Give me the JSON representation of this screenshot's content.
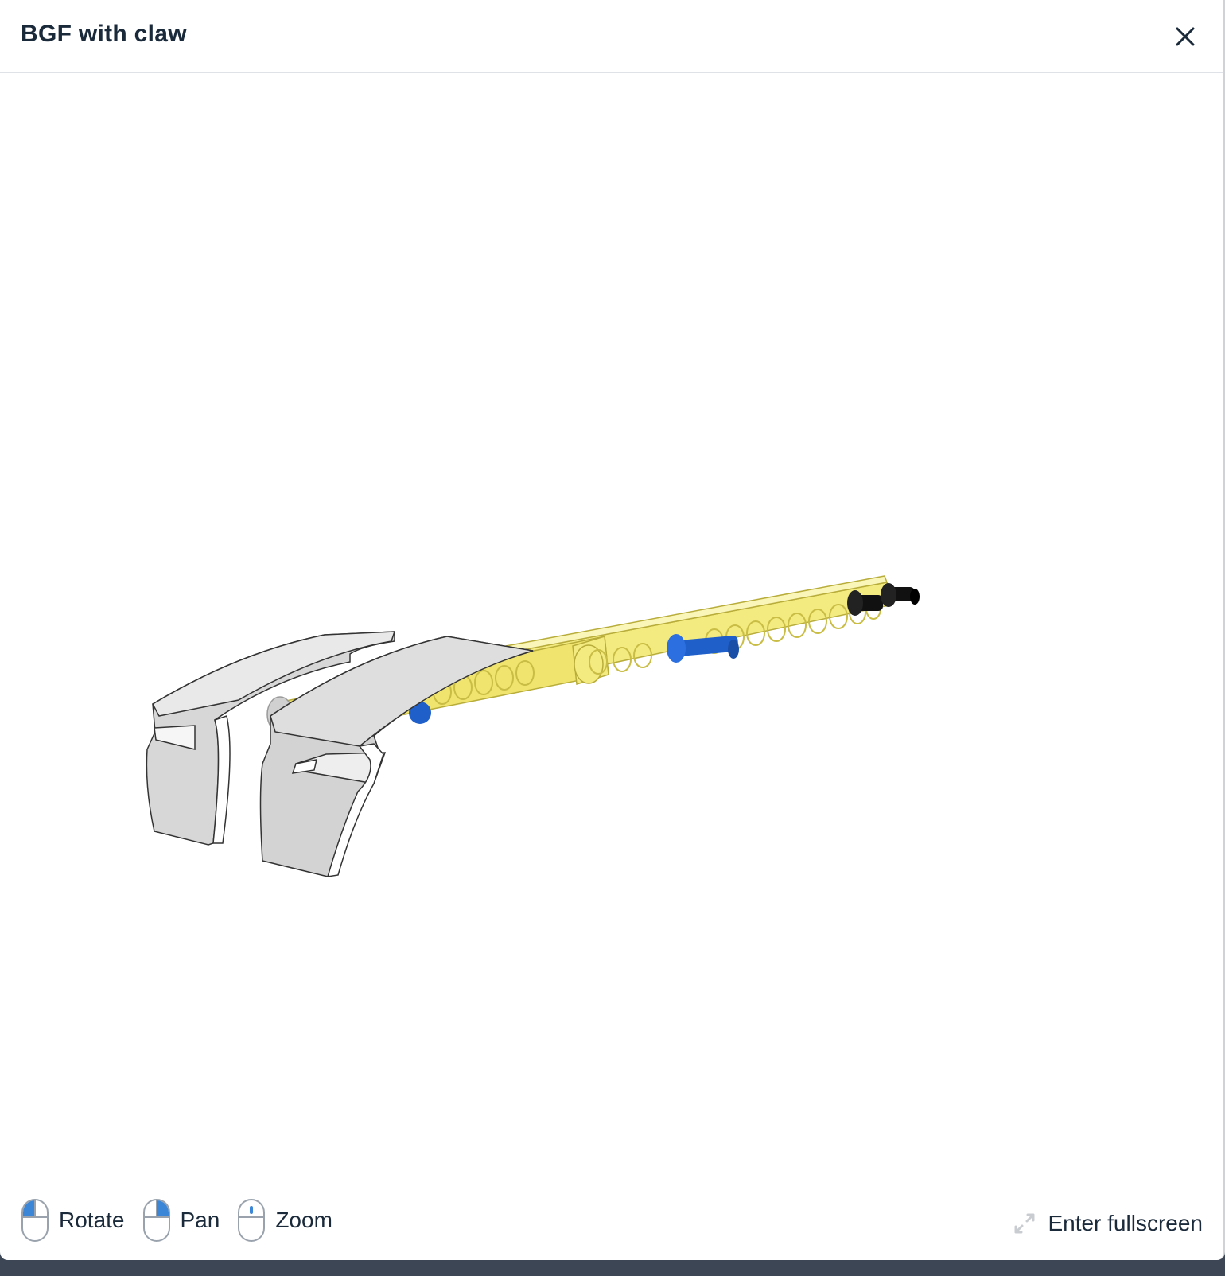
{
  "modal": {
    "title": "BGF with claw",
    "close_icon": "close-icon"
  },
  "viewer": {
    "model_colors": {
      "beam": "#f3eb80",
      "claw": "#d5d5d5",
      "pin_blue": "#1f5fc9",
      "pin_black": "#111111"
    }
  },
  "controls": [
    {
      "label": "Rotate",
      "icon": "mouse-left-click-icon"
    },
    {
      "label": "Pan",
      "icon": "mouse-right-click-icon"
    },
    {
      "label": "Zoom",
      "icon": "mouse-scroll-icon"
    }
  ],
  "fullscreen": {
    "label": "Enter fullscreen",
    "icon": "expand-icon"
  },
  "colors": {
    "accent": "#3b86d6",
    "text": "#1b2a3b",
    "backdrop": "#3d4654"
  }
}
